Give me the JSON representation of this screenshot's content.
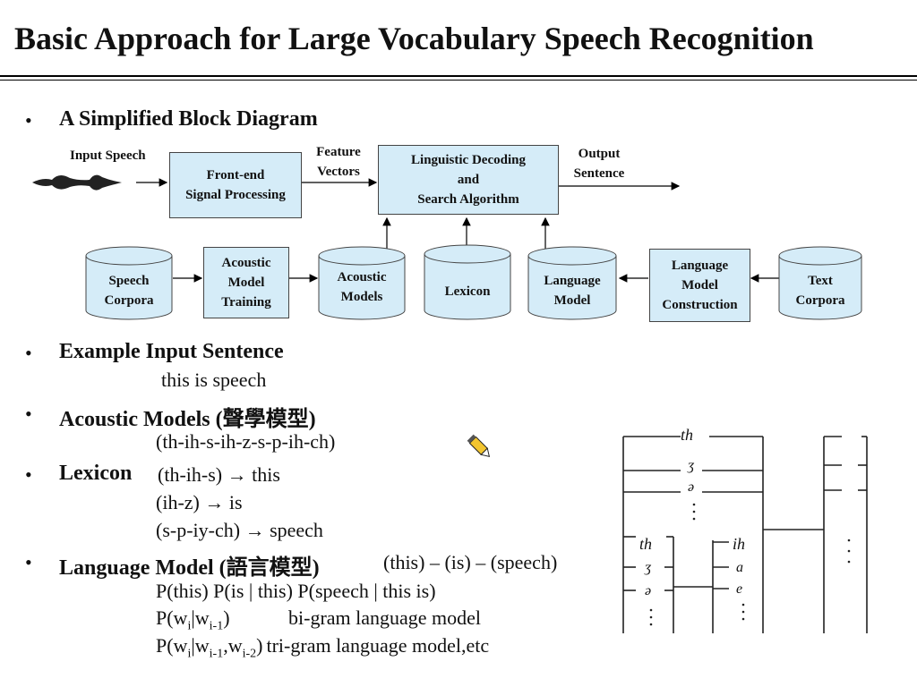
{
  "title": "Basic Approach for Large Vocabulary Speech Recognition",
  "bullets": {
    "diagram_heading": "A Simplified Block Diagram",
    "example_heading": "Example Input Sentence",
    "example_text": "this is speech",
    "acoustic_heading": "Acoustic Models (聲學模型)",
    "acoustic_text": "(th-ih-s-ih-z-s-p-ih-ch)",
    "lexicon_heading": "Lexicon",
    "lexicon_lines": [
      "(th-ih-s) → this",
      "(ih-z) → is",
      "(s-p-iy-ch) → speech"
    ],
    "lm_heading": "Language Model (語言模型)",
    "lm_sequence": "(this) – (is) – (speech)",
    "lm_line1": "P(this) P(is | this) P(speech | this is)",
    "lm_bigram_desc": "bi-gram language  model",
    "lm_trigram_desc": "tri-gram language model,etc",
    "formula": {
      "P": "P(w",
      "i": "i",
      "bar": "|w",
      "i1": "i-1",
      "close": ")",
      "comma": ",w",
      "i2": "i-2"
    }
  },
  "diagram": {
    "input_speech": "Input Speech",
    "frontend": [
      "Front-end",
      "Signal Processing"
    ],
    "feature_vectors": [
      "Feature",
      "Vectors"
    ],
    "decoder": [
      "Linguistic Decoding",
      "and",
      "Search Algorithm"
    ],
    "output_sentence": [
      "Output",
      "Sentence"
    ],
    "speech_corpora": [
      "Speech",
      "Corpora"
    ],
    "am_training": [
      "Acoustic",
      "Model",
      "Training"
    ],
    "acoustic_models": [
      "Acoustic",
      "Models"
    ],
    "lexicon": "Lexicon",
    "language_model": [
      "Language",
      "Model"
    ],
    "lm_construction": [
      "Language",
      "Model",
      "Construction"
    ],
    "text_corpora": [
      "Text",
      "Corpora"
    ]
  },
  "sketch": {
    "labels": [
      "th",
      "ʒ",
      "ə",
      "th",
      "ʒ",
      "ə",
      "ih",
      "a",
      "e"
    ]
  },
  "colors": {
    "box_fill": "#d5ecf8",
    "text": "#111111"
  }
}
